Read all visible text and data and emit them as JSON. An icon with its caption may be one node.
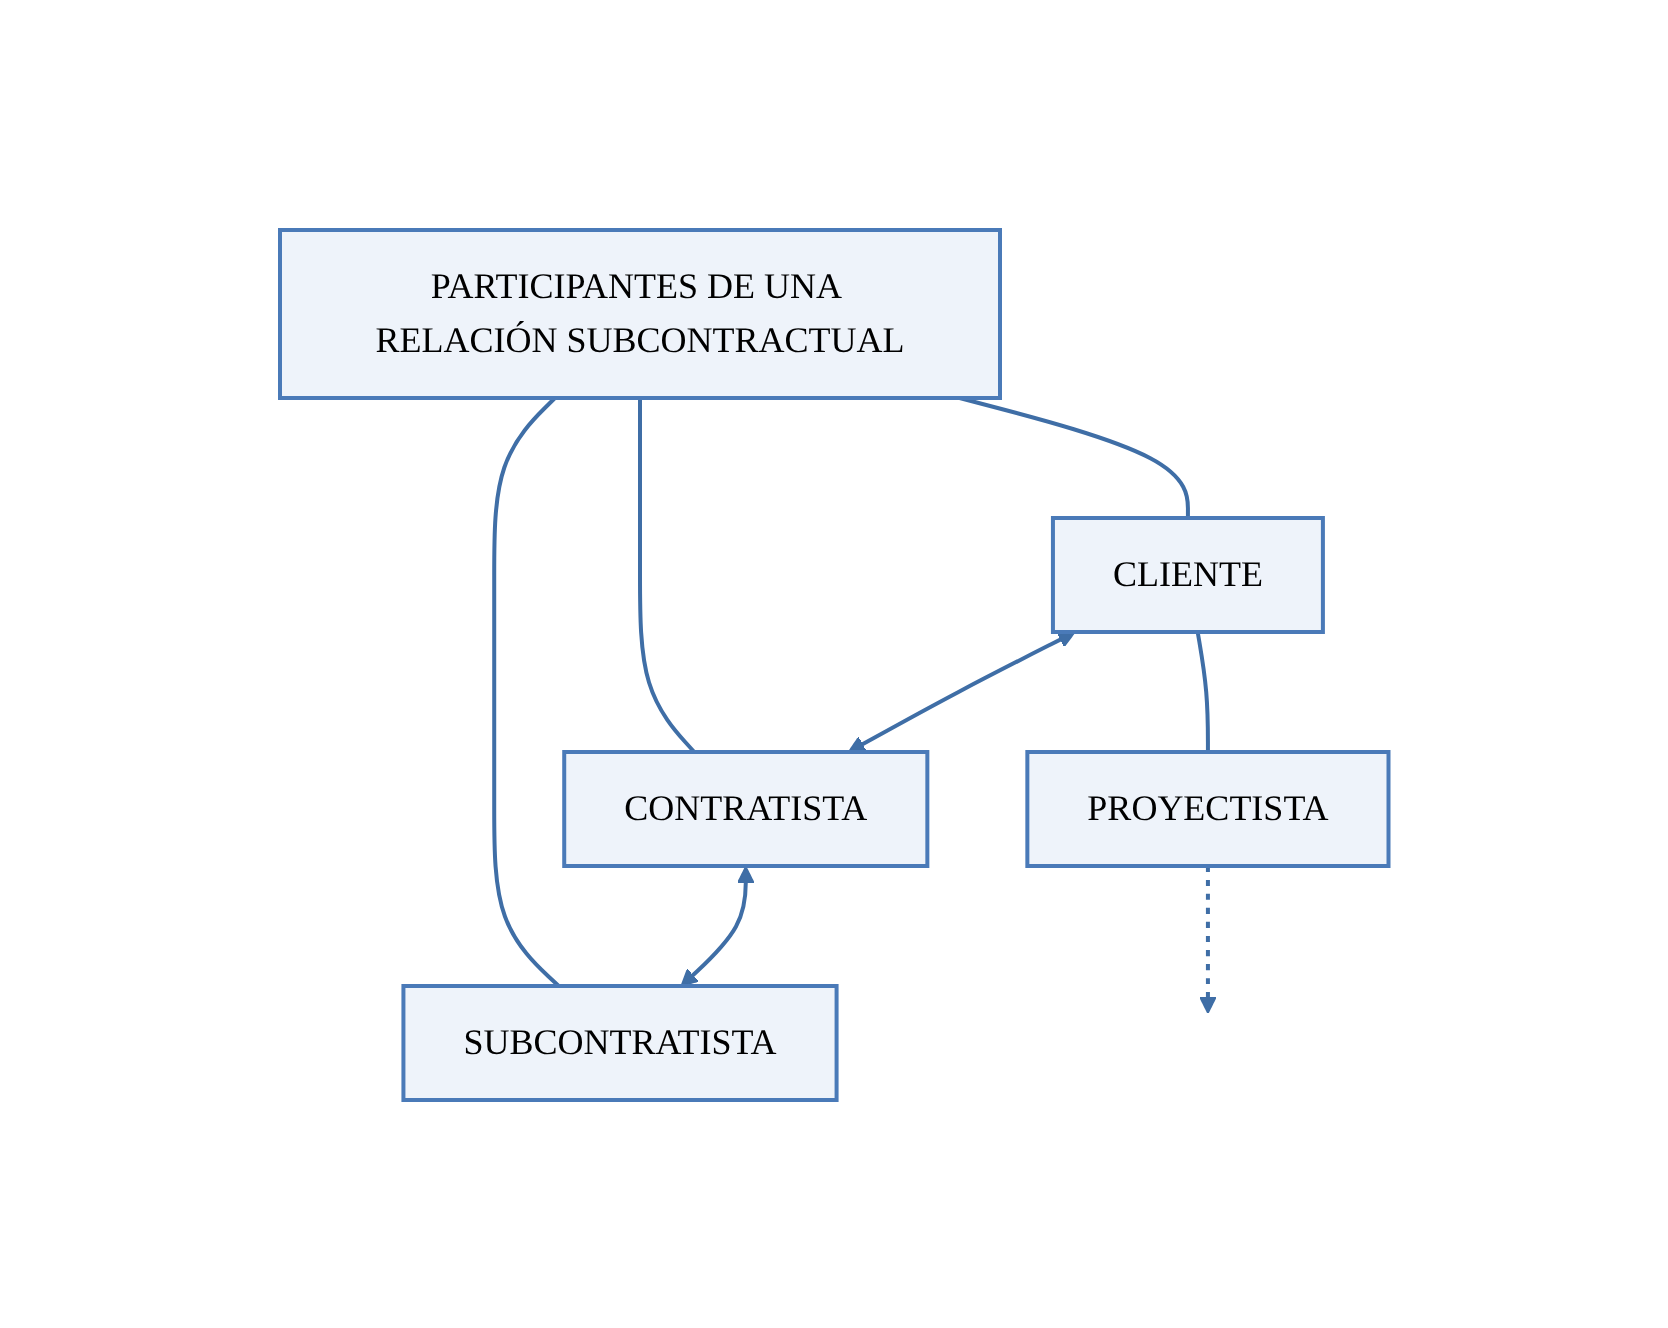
{
  "diagram": {
    "nodes": [
      {
        "text": [
          "PARTICIPANTES DE UNA RELACIÓN SUBCONTRACTUAL"
        ]
      },
      {
        "text": [
          "CLIENTE"
        ]
      },
      {
        "text": [
          "CONTRATISTA"
        ]
      },
      {
        "text": [
          "SUBCONTRATISTA"
        ]
      },
      {
        "text": [
          "PROYECTISTA"
        ]
      }
    ],
    "edges": [
      {
        "from": 0,
        "to": 1,
        "arrow": "none"
      },
      {
        "from": 0,
        "to": 2,
        "arrow": "none"
      },
      {
        "from": 0,
        "to": 3,
        "arrow": "none"
      },
      {
        "from": 1,
        "to": 2,
        "arrow": "both"
      },
      {
        "from": 2,
        "to": 3,
        "arrow": "both"
      },
      {
        "from": 1,
        "to": 4,
        "arrow": "none"
      },
      {
        "from": 4,
        "to": null,
        "arrow": "to",
        "style": "dashed"
      }
    ]
  }
}
